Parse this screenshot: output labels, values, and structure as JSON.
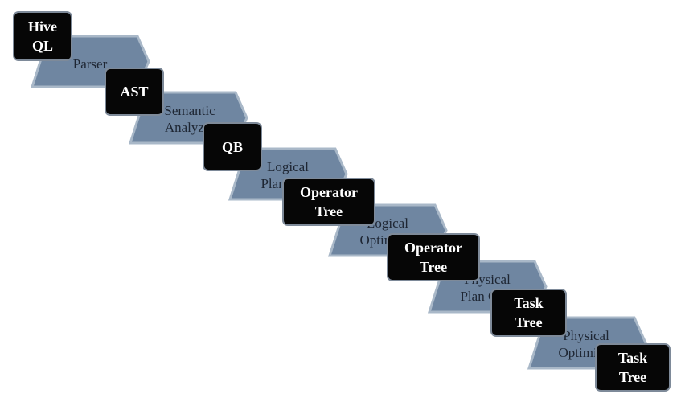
{
  "colors": {
    "stage_fill": "#6f86a1",
    "stage_stroke": "#a9b8c8",
    "box_fill": "#060606",
    "box_border": "#7e8a99",
    "box_text": "#ffffff",
    "stage_text": "#1e2633"
  },
  "stages": [
    {
      "lines": [
        "Parser"
      ]
    },
    {
      "lines": [
        "Semantic",
        "Analyzer"
      ]
    },
    {
      "lines": [
        "Logical",
        "Plan Gen."
      ]
    },
    {
      "lines": [
        "Logical",
        "Optimizer"
      ]
    },
    {
      "lines": [
        "Physical",
        "Plan Gen."
      ]
    },
    {
      "lines": [
        "Physical",
        "Optimizer"
      ]
    }
  ],
  "boxes": [
    {
      "lines": [
        "Hive",
        "QL"
      ]
    },
    {
      "lines": [
        "AST"
      ]
    },
    {
      "lines": [
        "QB"
      ]
    },
    {
      "lines": [
        "Operator",
        "Tree"
      ]
    },
    {
      "lines": [
        "Operator",
        "Tree"
      ]
    },
    {
      "lines": [
        "Task",
        "Tree"
      ]
    },
    {
      "lines": [
        "Task",
        "Tree"
      ]
    }
  ]
}
